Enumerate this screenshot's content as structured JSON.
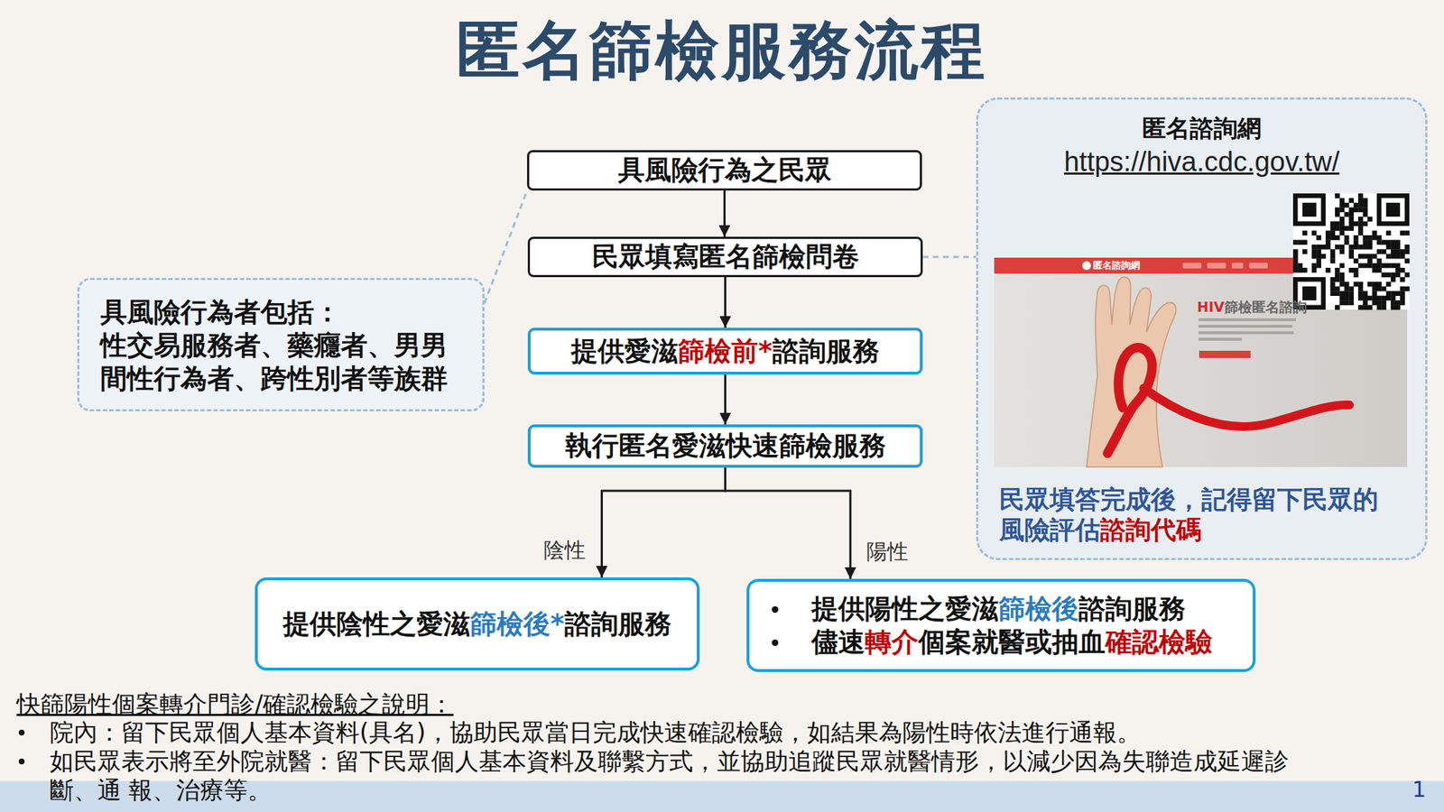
{
  "diagram": {
    "title": "匿名篩檢服務流程",
    "nodes": [
      {
        "text": [
          "具風險行為之民眾"
        ]
      },
      {
        "text": [
          "民眾填寫匿名篩檢問卷"
        ]
      },
      {
        "text": [
          "提供愛滋篩檢前*諮詢服務"
        ]
      },
      {
        "text": [
          "執行匿名愛滋快速篩檢服務"
        ]
      },
      {
        "text": [
          "提供陰性之愛滋篩檢後*諮詢服務"
        ]
      },
      {
        "text": [
          "提供陽性之愛滋篩檢後諮詢服務",
          "儘速轉介個案就醫或抽血確認檢驗"
        ]
      },
      {
        "text": [
          "具風險行為者包括：",
          "性交易服務者、藥癮者、男男 間性行為者、跨性別者等族群"
        ]
      },
      {
        "text": [
          "匿名諮詢網",
          "https://hiva.cdc.gov.tw/",
          "民眾填答完成後，記得留下民眾的 風險評估諮詢代碼"
        ]
      }
    ],
    "edges": [
      {
        "from": 0,
        "to": 1,
        "arrow": "to"
      },
      {
        "from": 1,
        "to": 2,
        "arrow": "to"
      },
      {
        "from": 2,
        "to": 3,
        "arrow": "to"
      },
      {
        "from": 3,
        "to": 4,
        "label": "陰性",
        "arrow": "to"
      },
      {
        "from": 3,
        "to": 5,
        "label": "陽性",
        "arrow": "to"
      },
      {
        "from": 6,
        "to": 0,
        "arrow": "none"
      },
      {
        "from": 1,
        "to": 7,
        "arrow": "none"
      }
    ],
    "labels": [
      "快篩陽性個案轉介門診/確認檢驗之說明：",
      "院內：留下民眾個人基本資料(具名)，協助民眾當日完成快速確認檢驗，如結果為陽性時依法進行通報。",
      "如民眾表示將至外院就醫：留下民眾個人基本資料及聯繫方式，並協助追蹤民眾就醫情形，以減少因為失聯造成延遲診斷、通 報、治療等。",
      "1",
      "匿名諮詢網",
      "HIV篩檢匿名諮詢"
    ]
  }
}
